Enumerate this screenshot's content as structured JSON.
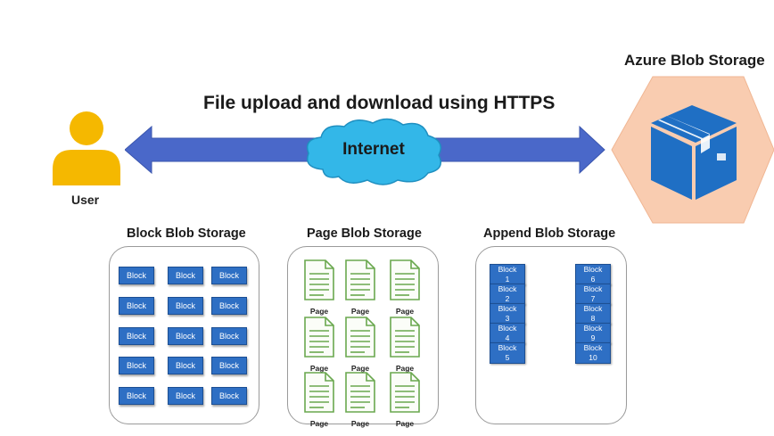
{
  "diagram": {
    "title": "File upload and download using HTTPS",
    "user_label": "User",
    "internet_label": "Internet",
    "azure_title": "Azure Blob Storage"
  },
  "block_blob": {
    "title": "Block Blob Storage",
    "block_label": "Block"
  },
  "page_blob": {
    "title": "Page Blob Storage",
    "page_label": "Page"
  },
  "append_blob": {
    "title": "Append Blob Storage",
    "left_column": [
      {
        "label": "Block",
        "num": "1"
      },
      {
        "label": "Block",
        "num": "2"
      },
      {
        "label": "Block",
        "num": "3"
      },
      {
        "label": "Block",
        "num": "4"
      },
      {
        "label": "Block",
        "num": "5"
      }
    ],
    "right_column": [
      {
        "label": "Block",
        "num": "6"
      },
      {
        "label": "Block",
        "num": "7"
      },
      {
        "label": "Block",
        "num": "8"
      },
      {
        "label": "Block",
        "num": "9"
      },
      {
        "label": "Block",
        "num": "10"
      }
    ]
  },
  "colors": {
    "arrow": "#4a68c9",
    "cloud": "#33b7e8",
    "user_icon": "#f5b800",
    "hexagon": "#f9ccb0",
    "box_icon": "#1f6fc4",
    "block": "#2e6fc4",
    "page_icon": "#6aa84f"
  }
}
